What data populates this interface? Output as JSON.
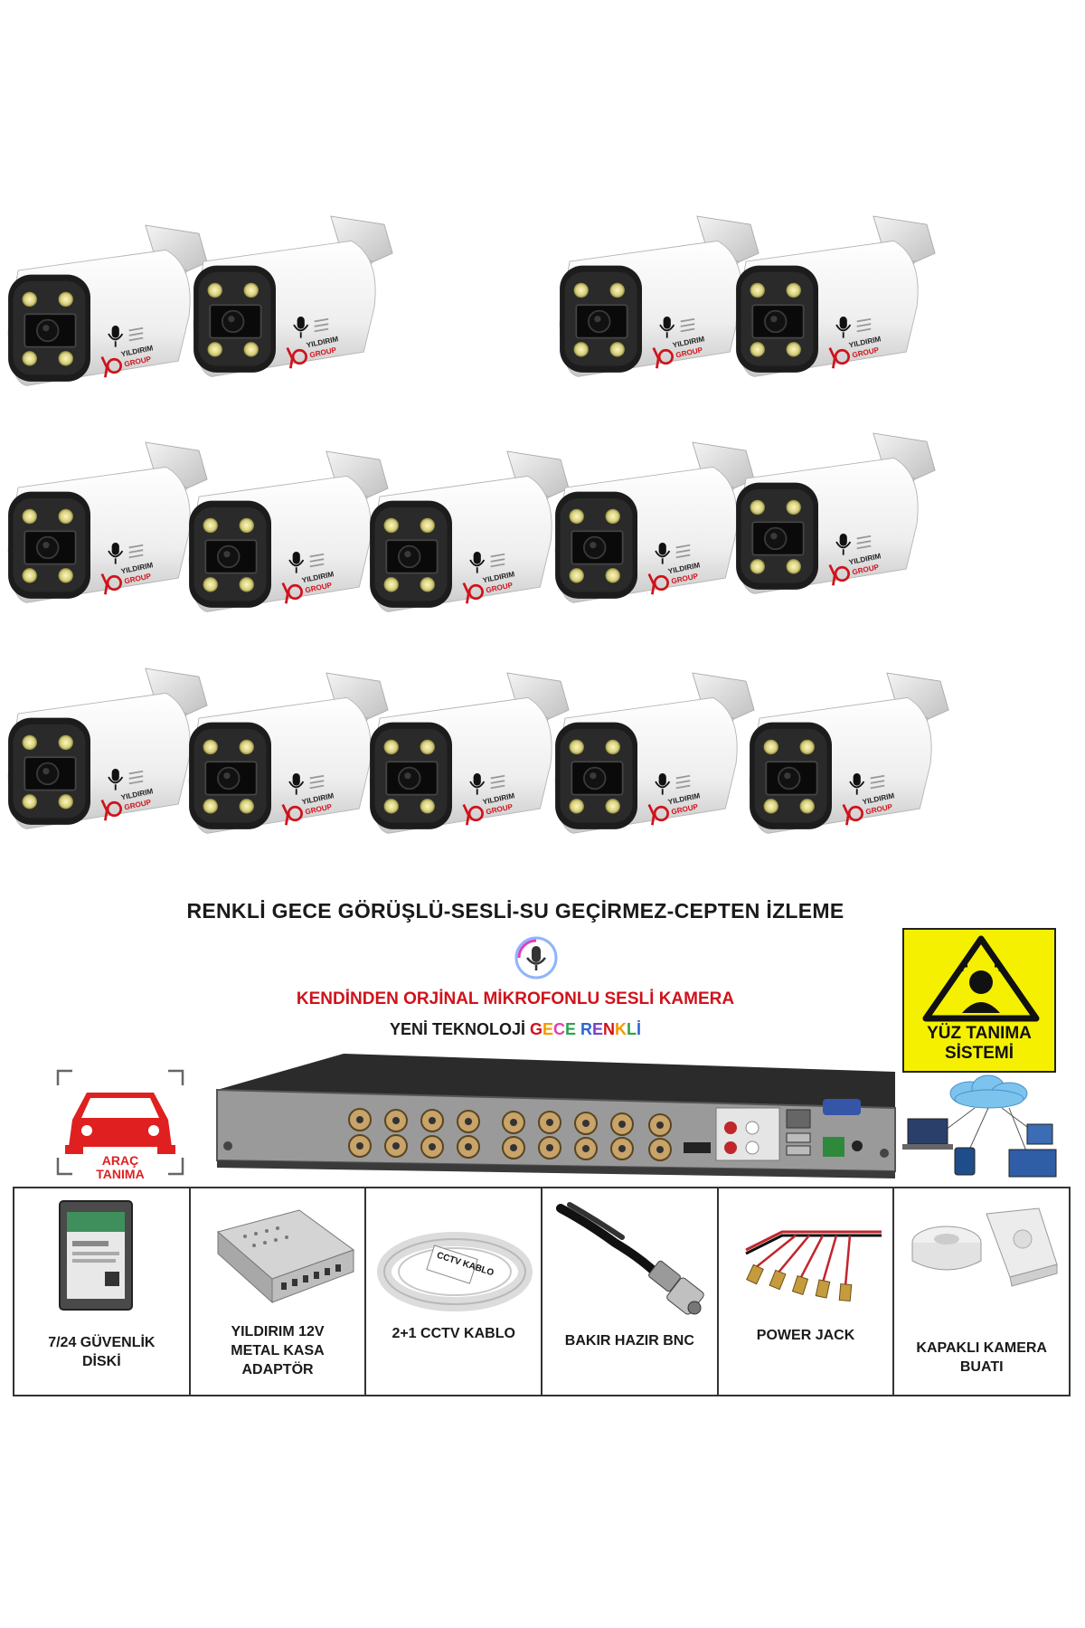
{
  "camera": {
    "brand_line1": "YILDIRIM",
    "brand_line2": "GROUP",
    "count": 14
  },
  "headline": {
    "title": "RENKLİ GECE GÖRÜŞLÜ-SESLİ-SU GEÇİRMEZ-CEPTEN  İZLEME",
    "subtitle": "KENDİNDEN ORJİNAL MİKROFONLU SESLİ KAMERA",
    "tech_prefix": "YENİ TEKNOLOJİ ",
    "tech_colored": [
      "G",
      "E",
      "C",
      "E",
      " ",
      "R",
      "E",
      "N",
      "K",
      "L",
      "İ"
    ]
  },
  "face_sign": {
    "line1": "YÜZ TANIMA",
    "line2": "SİSTEMİ"
  },
  "car_recognition": {
    "line1": "ARAÇ",
    "line2": "TANIMA"
  },
  "accessories": [
    {
      "icon": "hard-disk-icon",
      "lines": [
        "7/24 GÜVENLİK",
        "DİSKİ"
      ]
    },
    {
      "icon": "power-supply-icon",
      "lines": [
        "YILDIRIM 12V",
        "METAL KASA",
        "ADAPTÖR"
      ]
    },
    {
      "icon": "cable-roll-icon",
      "lines": [
        "2+1 CCTV KABLO"
      ]
    },
    {
      "icon": "bnc-connector-icon",
      "lines": [
        "BAKIR HAZIR BNC"
      ]
    },
    {
      "icon": "power-jack-icon",
      "lines": [
        "POWER JACK"
      ]
    },
    {
      "icon": "junction-box-icon",
      "lines": [
        "KAPAKLI KAMERA",
        "BUATI"
      ]
    }
  ],
  "cable_label": "CCTV KABLO",
  "colors": {
    "red": "#d0121b",
    "sign_yellow": "#f5f000",
    "led_yellow": "#e8e08a"
  }
}
